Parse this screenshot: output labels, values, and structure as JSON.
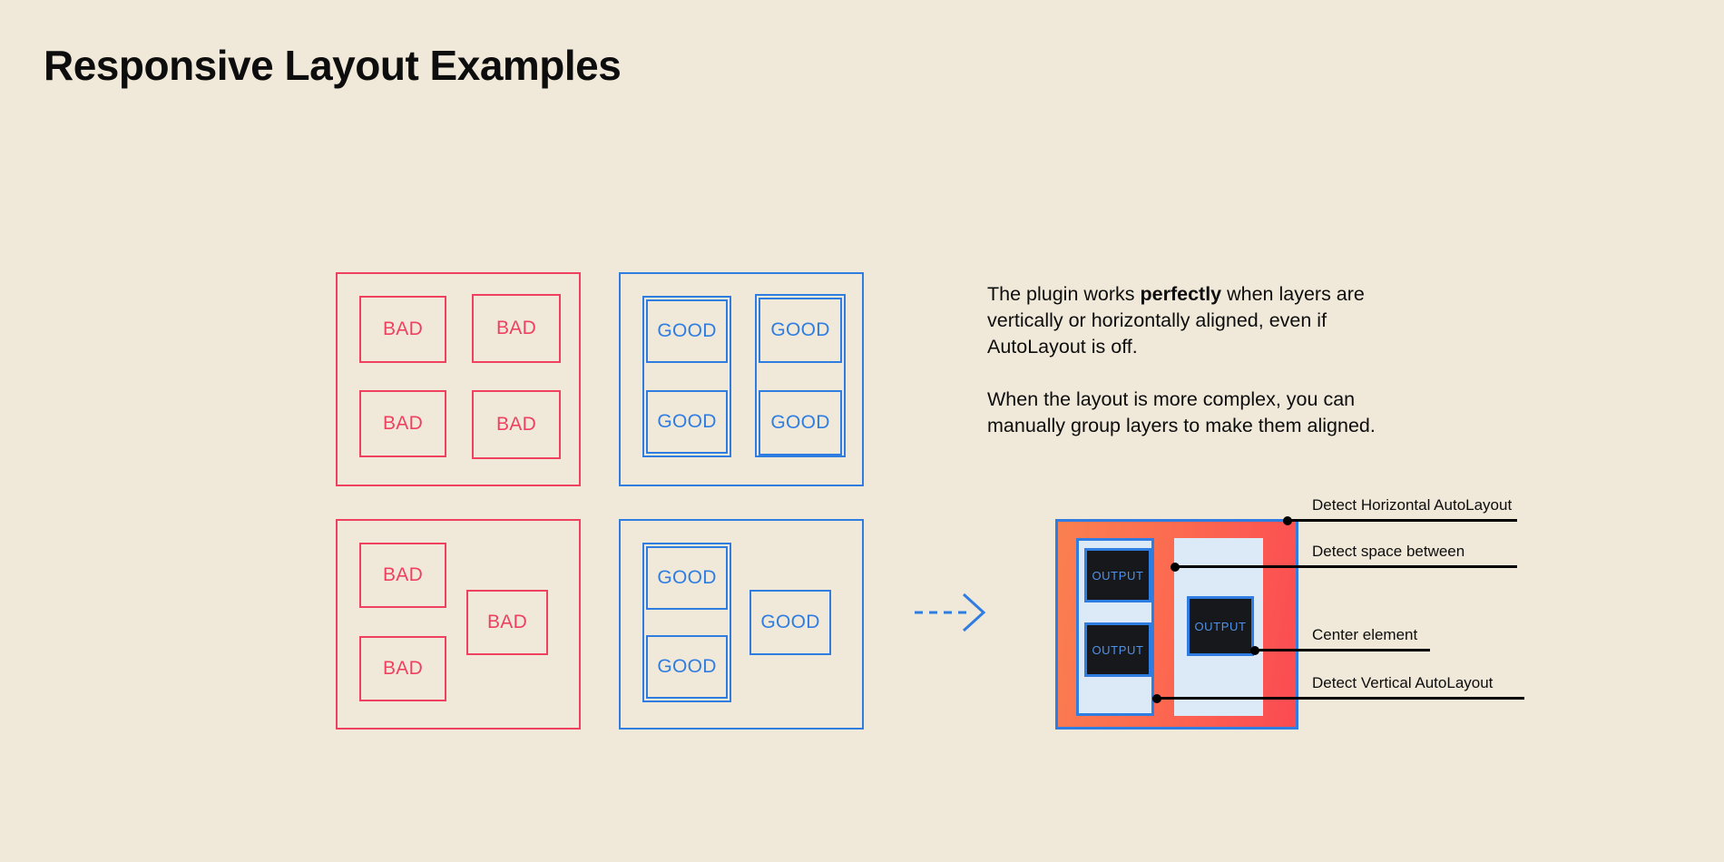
{
  "page": {
    "title": "Responsive Layout Examples",
    "background_color": "#f0e9da"
  },
  "colors": {
    "bad": "#ef4060",
    "good": "#2f7de1",
    "text": "#0d0d0d",
    "diagram_frame": "#fc6a50",
    "diagram_panel": "#dce9f7",
    "output_box_fill": "#17181c",
    "output_box_text": "#4f92e8"
  },
  "examples": {
    "bad_grid": {
      "type": "bad",
      "cells": [
        {
          "label": "BAD"
        },
        {
          "label": "BAD"
        },
        {
          "label": "BAD"
        },
        {
          "label": "BAD"
        }
      ]
    },
    "good_grid": {
      "type": "good",
      "cells": [
        {
          "label": "GOOD"
        },
        {
          "label": "GOOD"
        },
        {
          "label": "GOOD"
        },
        {
          "label": "GOOD"
        }
      ]
    },
    "bad_complex": {
      "type": "bad",
      "cells": [
        {
          "label": "BAD"
        },
        {
          "label": "BAD"
        },
        {
          "label": "BAD"
        }
      ]
    },
    "good_complex": {
      "type": "good",
      "cells": [
        {
          "label": "GOOD"
        },
        {
          "label": "GOOD"
        },
        {
          "label": "GOOD"
        }
      ]
    }
  },
  "arrow": {
    "icon": "dashed-arrow-right-icon",
    "color": "#2f7de1",
    "style": "dashed"
  },
  "description": {
    "paragraph_1_part_1": "The plugin works ",
    "paragraph_1_bold": "perfectly",
    "paragraph_1_part_2": " when layers are vertically or horizontally aligned, even if AutoLayout is off.",
    "paragraph_2": "When the layout is more complex, you can manually group layers to make them aligned."
  },
  "output_diagram": {
    "boxes": [
      {
        "label": "OUTPUT"
      },
      {
        "label": "OUTPUT"
      },
      {
        "label": "OUTPUT"
      }
    ],
    "annotations": [
      {
        "label": "Detect Horizontal AutoLayout"
      },
      {
        "label": "Detect space between"
      },
      {
        "label": "Center element"
      },
      {
        "label": "Detect Vertical AutoLayout"
      }
    ]
  }
}
